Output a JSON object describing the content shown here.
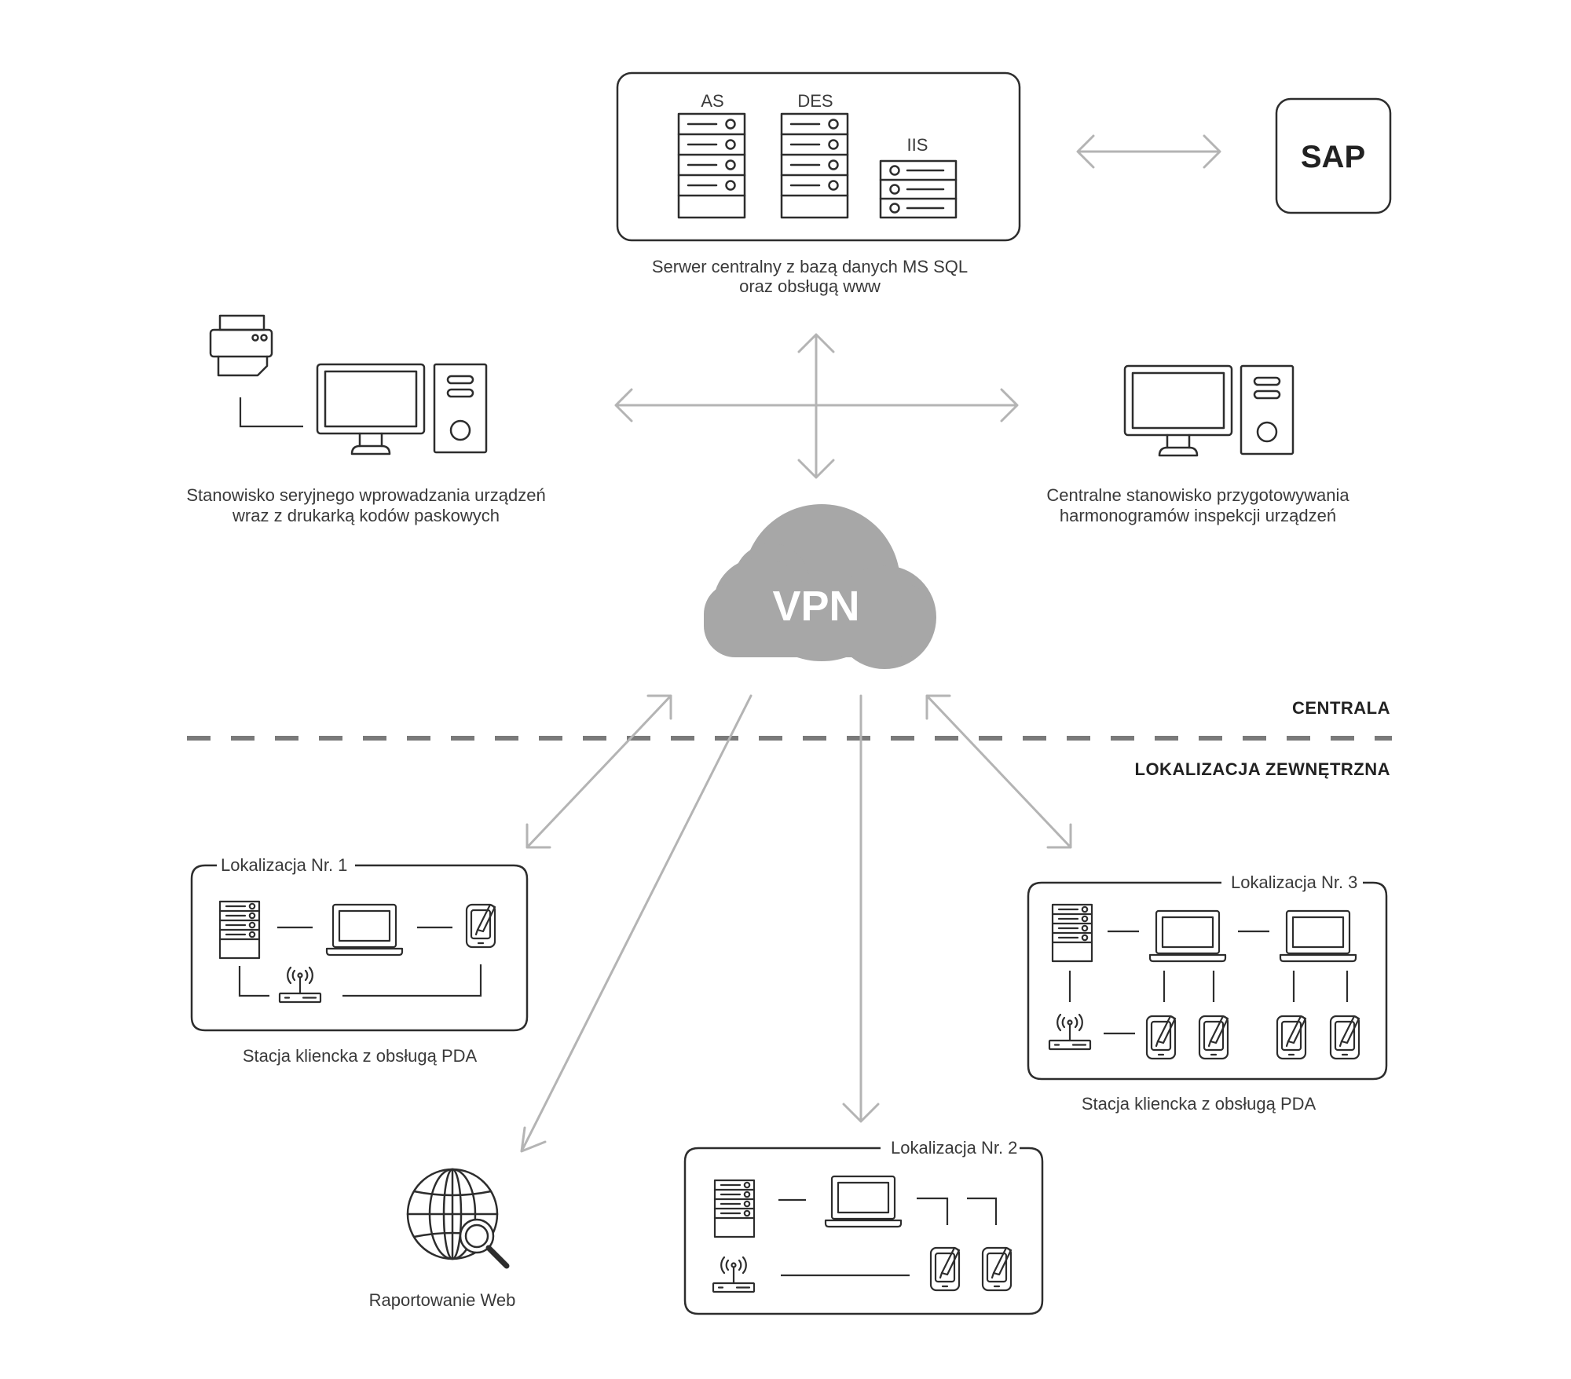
{
  "central_server": {
    "labels": [
      "AS",
      "DES",
      "IIS"
    ],
    "caption_line1": "Serwer centralny z bazą danych MS SQL",
    "caption_line2": "oraz obsługą www"
  },
  "sap": {
    "label": "SAP"
  },
  "serial_station": {
    "caption_line1": "Stanowisko seryjnego wprowadzania urządzeń",
    "caption_line2": "wraz z drukarką kodów paskowych"
  },
  "central_station": {
    "caption_line1": "Centralne stanowisko przygotowywania",
    "caption_line2": "harmonogramów inspekcji urządzeń"
  },
  "vpn": {
    "label": "VPN"
  },
  "zones": {
    "upper": "CENTRALA",
    "lower": "LOKALIZACJA ZEWNĘTRZNA"
  },
  "location1": {
    "title": "Lokalizacja Nr. 1",
    "caption": "Stacja kliencka z obsługą PDA"
  },
  "location2": {
    "title": "Lokalizacja Nr. 2"
  },
  "location3": {
    "title": "Lokalizacja Nr. 3",
    "caption": "Stacja kliencka z obsługą PDA"
  },
  "web_reporting": {
    "caption": "Raportowanie Web"
  },
  "colors": {
    "line": "#2d2d2d",
    "arrow": "#b4b4b4",
    "cloud": "#a7a7a7",
    "dashed_divider": "#7a7a7a"
  }
}
